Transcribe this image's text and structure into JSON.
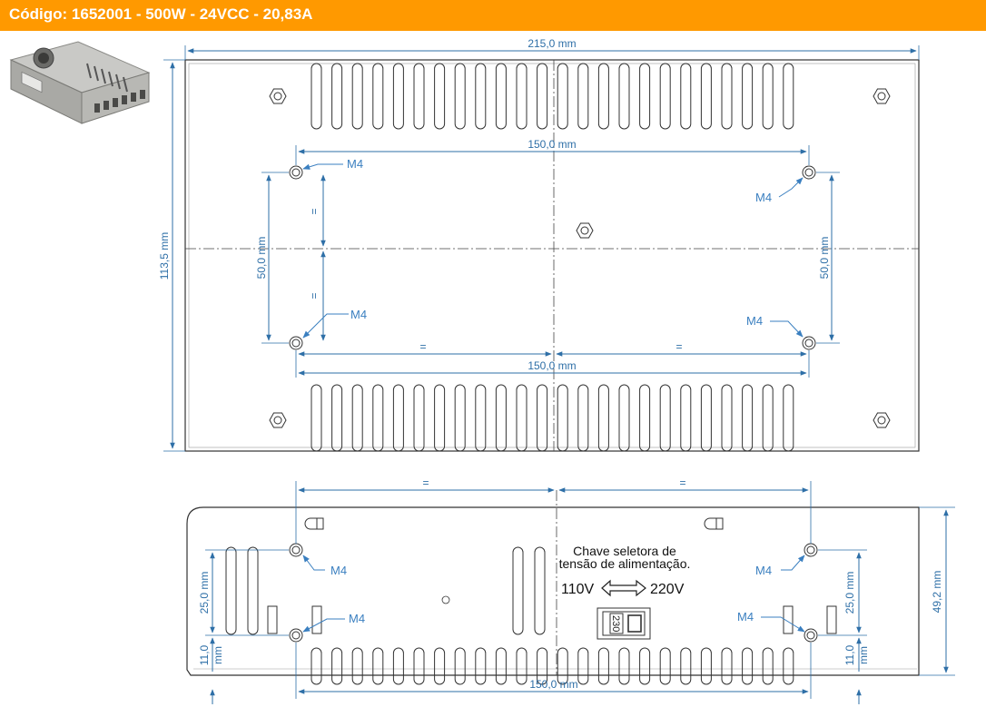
{
  "header": {
    "title": "Código: 1652001 - 500W - 24VCC - 20,83A"
  },
  "product_photo": {
    "alt": "power-supply-photo"
  },
  "colors": {
    "header_bg": "#ff9900",
    "dimension": "#2e6fa7",
    "outline": "#333333",
    "callout": "#3a7fc0"
  },
  "top_view": {
    "dims": {
      "width": "215,0 mm",
      "height": "113,5 mm",
      "hole_spacing_top": "150,0 mm",
      "hole_spacing_bottom": "150,0 mm",
      "hole_vertical_left": "50,0 mm",
      "hole_vertical_right": "50,0 mm",
      "equal": "="
    },
    "hole_labels": {
      "tl": "M4",
      "tr": "M4",
      "bl": "M4",
      "br": "M4"
    }
  },
  "front_view": {
    "dims": {
      "hole_spacing": "150,0 mm",
      "height": "49,2 mm",
      "left_vertical": "25,0 mm",
      "right_vertical": "25,0 mm",
      "left_bottom": "11,0",
      "left_bottom_unit": "mm",
      "right_bottom": "11,0",
      "right_bottom_unit": "mm",
      "equal": "="
    },
    "hole_labels": {
      "tl": "M4",
      "tr": "M4",
      "bl": "M4",
      "br": "M4"
    },
    "switch": {
      "caption_line1": "Chave seletora de",
      "caption_line2": "tensão de alimentação.",
      "v_left": "110V",
      "v_right": "220V",
      "setting": "230"
    }
  }
}
